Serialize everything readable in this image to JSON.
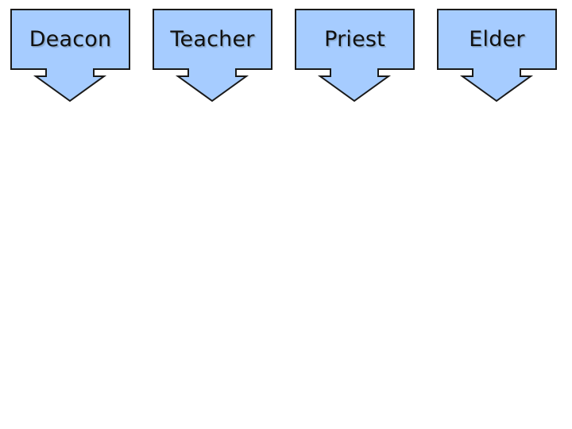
{
  "colors": {
    "box_fill": "#a6ccff",
    "box_stroke": "#1a1a1a",
    "text": "#111111"
  },
  "offices": [
    {
      "label": "Deacon"
    },
    {
      "label": "Teacher"
    },
    {
      "label": "Priest"
    },
    {
      "label": "Elder"
    }
  ]
}
